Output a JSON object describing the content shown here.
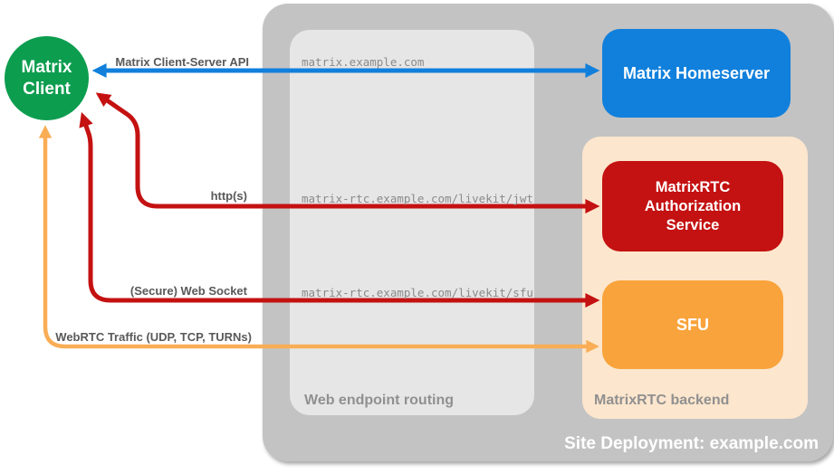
{
  "diagram": {
    "client": {
      "lines": [
        "Matrix",
        "Client"
      ],
      "color": "#0c9d4f"
    },
    "homeserver": {
      "label": "Matrix Homeserver",
      "color": "#1180dc"
    },
    "auth_service": {
      "lines": [
        "MatrixRTC",
        "Authorization",
        "Service"
      ],
      "color": "#c41111"
    },
    "sfu": {
      "label": "SFU",
      "color": "#f9a33c"
    },
    "routing_box": {
      "label": "Web endpoint routing",
      "color": "#e6e6e6",
      "endpoints": [
        "matrix.example.com",
        "matrix-rtc.example.com/livekit/jwt",
        "matrix-rtc.example.com/livekit/sfu"
      ]
    },
    "backend_box": {
      "label": "MatrixRTC backend",
      "color": "#fce6cd"
    },
    "site_container": {
      "label": "Site Deployment: example.com",
      "color": "#c3c3c3"
    },
    "connections": [
      {
        "id": "client-server-api",
        "label": "Matrix Client-Server API",
        "color": "#1180dc",
        "from": "Matrix Client",
        "to": "Matrix Homeserver",
        "via": "matrix.example.com"
      },
      {
        "id": "https",
        "label": "http(s)",
        "color": "#c41111",
        "from": "Matrix Client",
        "to": "MatrixRTC Authorization Service",
        "via": "matrix-rtc.example.com/livekit/jwt"
      },
      {
        "id": "websocket",
        "label": "(Secure) Web Socket",
        "color": "#c41111",
        "from": "Matrix Client",
        "to": "SFU",
        "via": "matrix-rtc.example.com/livekit/sfu"
      },
      {
        "id": "webrtc",
        "label": "WebRTC Traffic (UDP, TCP, TURNs)",
        "color": "#f9ad55",
        "from": "Matrix Client",
        "to": "SFU"
      }
    ]
  }
}
